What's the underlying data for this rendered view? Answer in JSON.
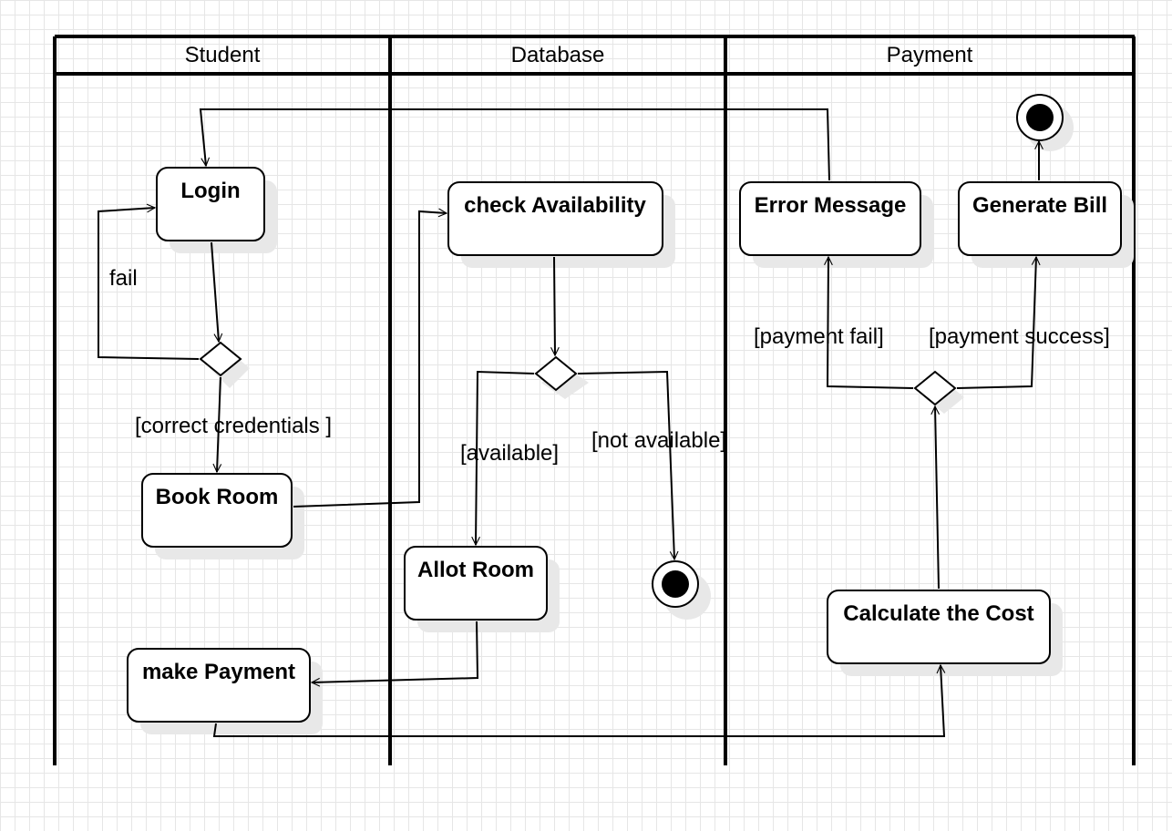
{
  "lanes": {
    "student": "Student",
    "database": "Database",
    "payment": "Payment"
  },
  "nodes": {
    "login": "Login",
    "book_room": "Book Room",
    "make_payment": "make Payment",
    "check_availability": "check Availability",
    "allot_room": "Allot Room",
    "error_message": "Error Message",
    "generate_bill": "Generate Bill",
    "calculate_cost": "Calculate the Cost"
  },
  "edge_labels": {
    "fail": "fail",
    "correct_credentials": "[correct credentials ]",
    "available": "[available]",
    "not_available": "[not available]",
    "payment_fail": "[payment fail]",
    "payment_success": "[payment success]"
  },
  "colors": {
    "stroke": "#000000",
    "fill": "#ffffff",
    "shadow": "#e8e8e8",
    "grid": "#e6e6e6"
  }
}
